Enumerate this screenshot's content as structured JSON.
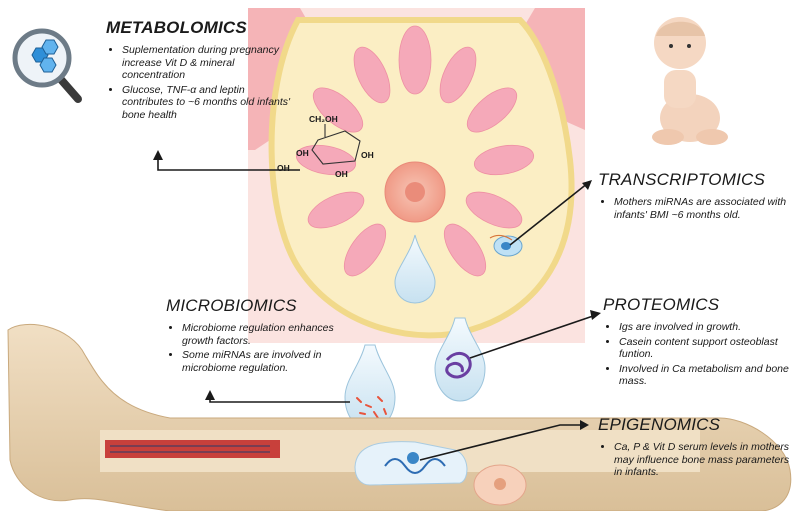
{
  "metabolomics": {
    "title": "METABOLOMICS",
    "bullets": [
      "Suplementation during pregnancy increase Vit D & mineral concentration",
      "Glucose, TNF-α and leptin contributes to ~6 months old infants' bone health"
    ]
  },
  "transcriptomics": {
    "title": "TRANSCRIPTOMICS",
    "bullets": [
      "Mothers miRNAs are associated with infants' BMI ~6 months old."
    ]
  },
  "microbiomics": {
    "title": "MICROBIOMICS",
    "bullets": [
      "Microbiome regulation enhances growth factors.",
      "Some miRNAs are involved in microbiome regulation."
    ]
  },
  "proteomics": {
    "title": "PROTEOMICS",
    "bullets": [
      "Igs are involved in growth.",
      "Casein content support osteoblast funtion.",
      "Involved in Ca metabolism and bone mass."
    ]
  },
  "epigenomics": {
    "title": "EPIGENOMICS",
    "bullets": [
      "Ca, P & Vit D serum levels in mothers may influence bone mass parameters in infants."
    ]
  },
  "glucose": {
    "ch2oh": "CH₂OH",
    "oh": "OH"
  },
  "colors": {
    "breast_bg": "#fbe7e3",
    "breast_fill": "#fbeec0",
    "breast_edge": "#f0d989",
    "lobule": "#f4a6b8",
    "areola": "#f5b2a1",
    "drop": "#dcedf7",
    "bone": "#e8d2b3",
    "arrow": "#1a1a1a"
  },
  "icons": [
    "magnifier-molecule-icon",
    "glucose-structure",
    "baby-illustration",
    "breast-illustration",
    "milk-drop-icon",
    "bone-illustration",
    "protein-icon",
    "bacteria-icon",
    "mirna-icon",
    "dna-icon",
    "cell-icon"
  ]
}
